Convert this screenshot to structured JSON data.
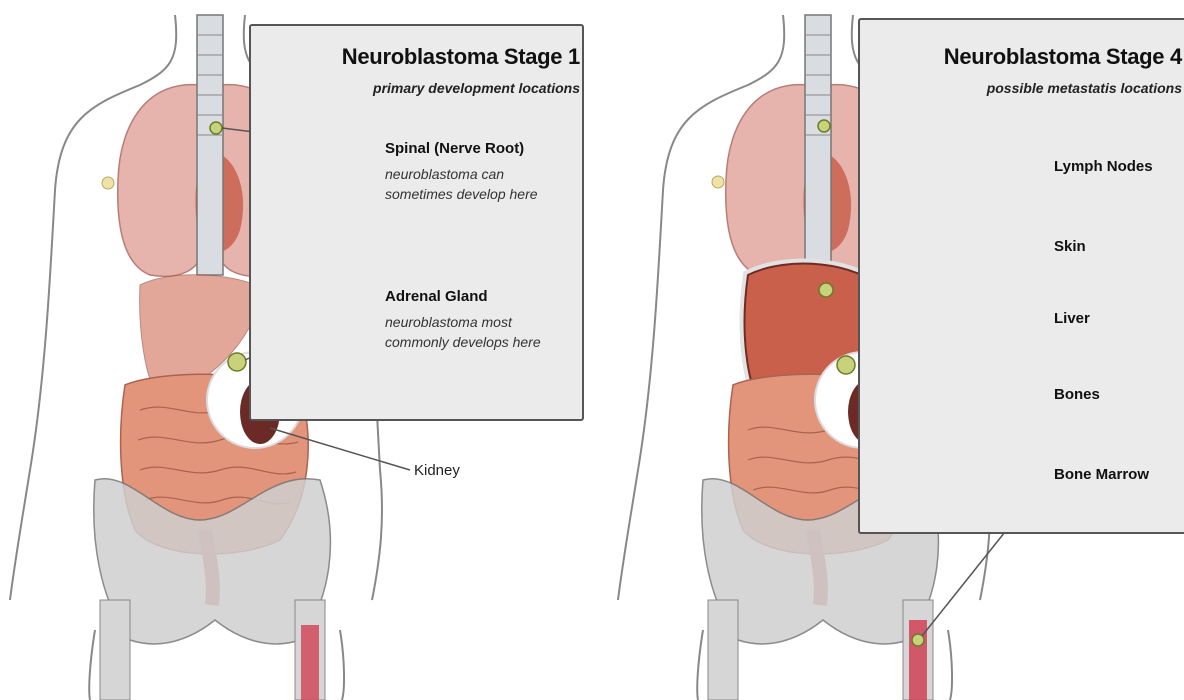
{
  "stage1": {
    "title": "Neuroblastoma Stage 1",
    "subtitle": "primary development locations",
    "labels": [
      {
        "name": "Spinal (Nerve Root)",
        "desc1": "neuroblastoma can",
        "desc2": "sometimes develop here"
      },
      {
        "name": "Adrenal Gland",
        "desc1": "neuroblastoma most",
        "desc2": "commonly develops here"
      }
    ],
    "kidney_label": "Kidney"
  },
  "stage4": {
    "title": "Neuroblastoma Stage 4",
    "subtitle": "possible metastatis locations",
    "labels": [
      "Lymph Nodes",
      "Skin",
      "Liver",
      "Bones",
      "Bone Marrow"
    ]
  },
  "colors": {
    "lung": "#e7b3ad",
    "liver": "#c9604c",
    "kidney": "#6b2a26",
    "intestine": "#e3957c",
    "bone": "#cfcfcf",
    "marrow": "#d04a5c",
    "box_bg": "#ebebeb"
  }
}
